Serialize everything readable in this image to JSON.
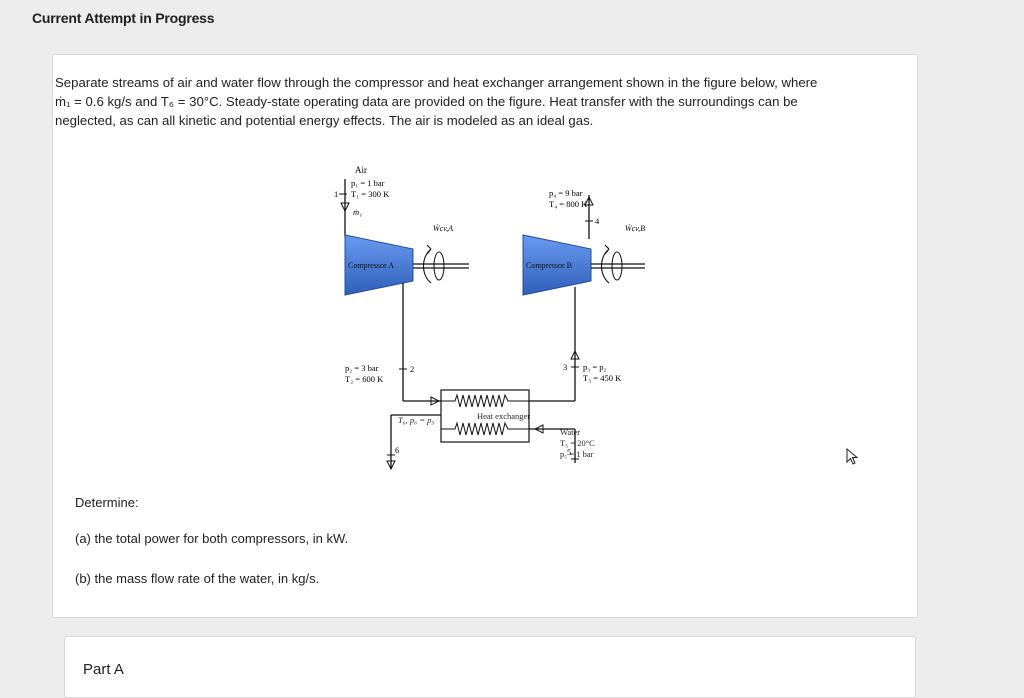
{
  "header": {
    "title": "Current Attempt in Progress"
  },
  "problem": {
    "line1": "Separate streams of air and water flow through the compressor and heat exchanger arrangement shown in the figure below, where",
    "line2": "ṁ₁ = 0.6 kg/s and T₆ = 30°C. Steady-state operating data are provided on the figure. Heat transfer with the surroundings can be",
    "line3": "neglected, as can all kinetic and potential energy effects. The air is modeled as an ideal gas."
  },
  "figure": {
    "air": "Air",
    "p1": "p₁ = 1 bar",
    "t1": "T₁ = 300 K",
    "state1": "1",
    "mdot1": "ṁ₁",
    "wcva": "Ẇcv,A",
    "compA": "Compressor A",
    "p4": "p₄ = 9 bar",
    "t4": "T₄ = 800 K",
    "state4": "4",
    "wcvb": "Ẇcv,B",
    "compB": "Compressor B",
    "p2": "p₂ = 3 bar",
    "t2": "T₂ = 600 K",
    "state2": "2",
    "state3": "3",
    "p3": "p₃ = p₂",
    "t3": "T₃ = 450 K",
    "state6": "6",
    "t6p6": "T₆, p₆ = p₅",
    "hx": "Heat exchanger",
    "state5": "5",
    "water": "Water",
    "t5": "T₅ = 20°C",
    "p5": "p₅ = 1 bar"
  },
  "questions": {
    "determine": "Determine:",
    "a": "(a) the total power for both compressors, in kW.",
    "b": "(b) the mass flow rate of the water, in kg/s."
  },
  "part": {
    "label": "Part A"
  },
  "colors": {
    "compressor": "#4a7fd8",
    "line": "#111111"
  }
}
